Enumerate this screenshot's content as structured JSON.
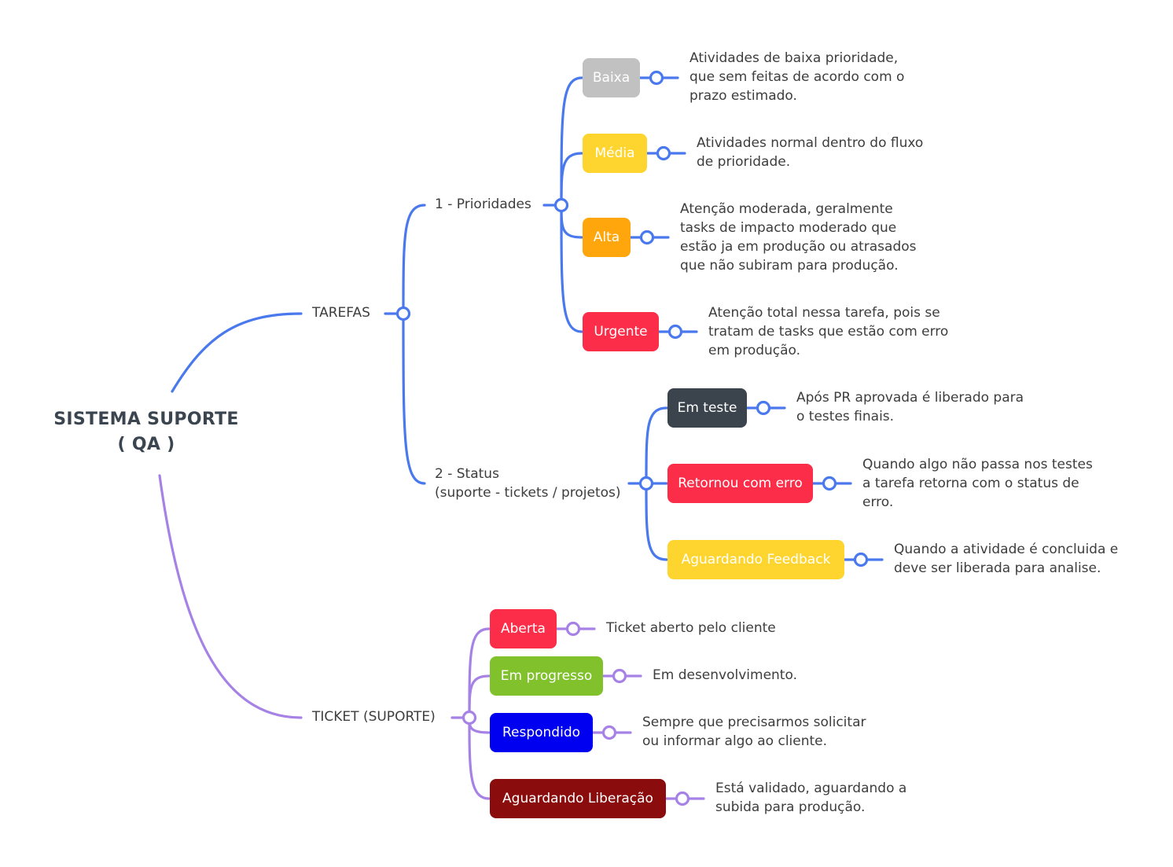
{
  "root": {
    "line1": "SISTEMA SUPORTE",
    "line2": "( QA )"
  },
  "branches": {
    "tarefas": {
      "label": "TAREFAS",
      "prioridades": {
        "label": "1 - Prioridades",
        "items": [
          {
            "label": "Baixa",
            "color": "#c1c1c1",
            "desc": [
              "Atividades de baixa prioridade,",
              "que sem feitas de acordo com o",
              "prazo estimado."
            ]
          },
          {
            "label": "Média",
            "color": "#fed52f",
            "desc": [
              "Atividades normal dentro do fluxo",
              "de prioridade."
            ]
          },
          {
            "label": "Alta",
            "color": "#fea60b",
            "desc": [
              "Atenção moderada, geralmente",
              "tasks de impacto moderado que",
              "estão ja em produção ou atrasados",
              "que não subiram para produção."
            ]
          },
          {
            "label": "Urgente",
            "color": "#fc2d48",
            "desc": [
              "Atenção total nessa tarefa, pois se",
              "tratam de tasks que estão com erro",
              "em produção."
            ]
          }
        ]
      },
      "status": {
        "label_line1": "2 - Status",
        "label_line2": "(suporte - tickets / projetos)",
        "items": [
          {
            "label": "Em teste",
            "color": "#3b434c",
            "desc": [
              "Após PR aprovada é liberado para",
              "o testes finais."
            ]
          },
          {
            "label": "Retornou com erro",
            "color": "#fc2d48",
            "desc": [
              "Quando algo não passa nos testes",
              "a tarefa retorna com o status de",
              "erro."
            ]
          },
          {
            "label": "Aguardando Feedback",
            "color": "#fed52f",
            "desc": [
              "Quando a atividade é concluida e",
              "deve ser liberada para analise."
            ]
          }
        ]
      }
    },
    "ticket": {
      "label": "TICKET (SUPORTE)",
      "items": [
        {
          "label": "Aberta",
          "color": "#fc2d48",
          "desc": [
            "Ticket aberto pelo cliente"
          ]
        },
        {
          "label": "Em progresso",
          "color": "#80c12c",
          "desc": [
            "Em desenvolvimento."
          ]
        },
        {
          "label": "Respondido",
          "color": "#0000f0",
          "desc": [
            "Sempre que precisarmos solicitar",
            "ou informar algo ao cliente."
          ]
        },
        {
          "label": "Aguardando Liberação",
          "color": "#8b0c0c",
          "desc": [
            "Está validado, aguardando a",
            "subida para produção."
          ]
        }
      ]
    }
  },
  "colors": {
    "blue_line": "#4a78ed",
    "purple_line": "#a782e6"
  }
}
